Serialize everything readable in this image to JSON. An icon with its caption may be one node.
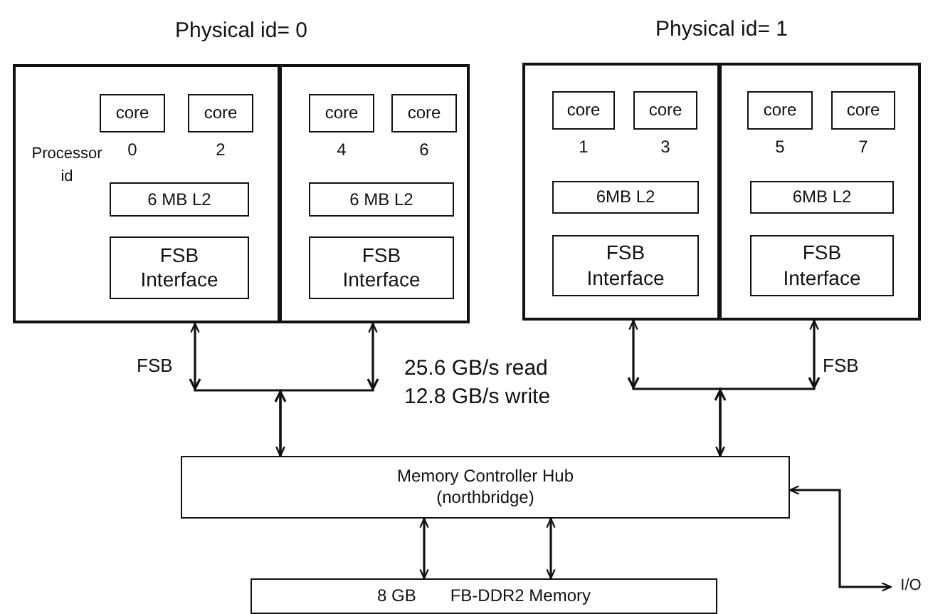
{
  "diagram": {
    "nodes": [
      {
        "text": [
          "Physical id= 0"
        ]
      },
      {
        "text": [],
        "shape": "box",
        "in": 0
      },
      {
        "text": [
          "core"
        ],
        "in": 1,
        "beside": [
          "0"
        ]
      },
      {
        "text": [
          "core"
        ],
        "in": 1,
        "beside": [
          "2"
        ]
      },
      {
        "text": [
          "6 MB L2"
        ],
        "in": 1
      },
      {
        "text": [
          "FSB Interface"
        ],
        "in": 1
      },
      {
        "text": [],
        "shape": "box",
        "in": 0
      },
      {
        "text": [
          "core"
        ],
        "in": 6,
        "beside": [
          "4"
        ]
      },
      {
        "text": [
          "core"
        ],
        "in": 6,
        "beside": [
          "6"
        ]
      },
      {
        "text": [
          "6 MB L2"
        ],
        "in": 6
      },
      {
        "text": [
          "FSB Interface"
        ],
        "in": 6
      },
      {
        "text": [
          "Physical id= 1"
        ]
      },
      {
        "text": [],
        "shape": "box",
        "in": 11
      },
      {
        "text": [
          "core"
        ],
        "in": 12,
        "beside": [
          "1"
        ]
      },
      {
        "text": [
          "core"
        ],
        "in": 12,
        "beside": [
          "3"
        ]
      },
      {
        "text": [
          "6MB L2"
        ],
        "in": 12
      },
      {
        "text": [
          "FSB Interface"
        ],
        "in": 12
      },
      {
        "text": [],
        "shape": "box",
        "in": 11
      },
      {
        "text": [
          "core"
        ],
        "in": 17,
        "beside": [
          "5"
        ]
      },
      {
        "text": [
          "core"
        ],
        "in": 17,
        "beside": [
          "7"
        ]
      },
      {
        "text": [
          "6MB L2"
        ],
        "in": 17
      },
      {
        "text": [
          "FSB Interface"
        ],
        "in": 17
      },
      {
        "text": [
          "Memory Controller Hub (northbridge)"
        ]
      },
      {
        "text": [
          "8 GB",
          "FB-DDR2 Memory"
        ]
      },
      {
        "text": [
          "I/O"
        ]
      }
    ],
    "edges": [
      {
        "from": 1,
        "to": 22,
        "arrow": "both"
      },
      {
        "from": 6,
        "to": 22,
        "arrow": "both"
      },
      {
        "from": 12,
        "to": 22,
        "arrow": "both"
      },
      {
        "from": 17,
        "to": 22,
        "arrow": "both"
      },
      {
        "from": 22,
        "to": 23,
        "arrow": "both"
      },
      {
        "from": 22,
        "to": 23,
        "arrow": "both"
      },
      {
        "from": 22,
        "to": 24,
        "arrow": "both"
      }
    ],
    "labels": [
      "Processor id",
      "FSB",
      "25.6 GB/s read 12.8 GB/s write",
      "FSB"
    ]
  }
}
